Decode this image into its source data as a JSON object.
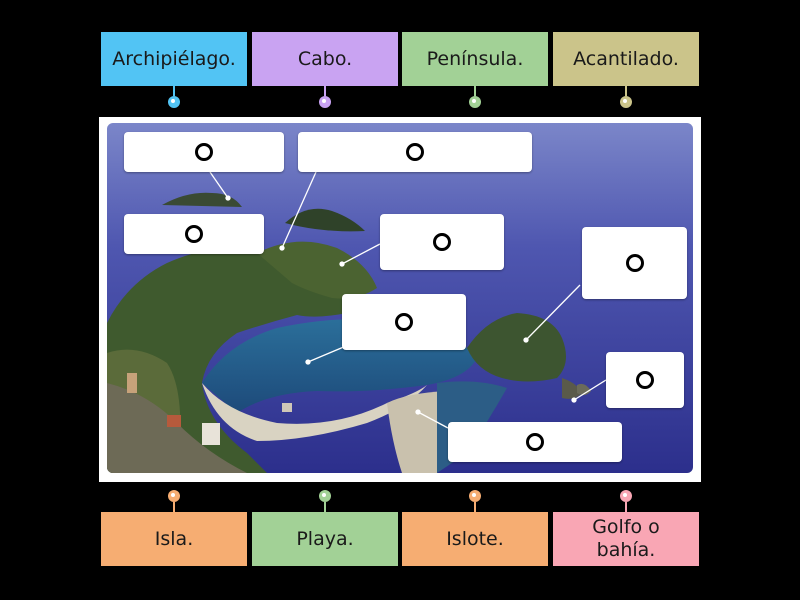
{
  "top_labels": [
    "Archipiélago.",
    "Cabo.",
    "Península.",
    "Acantilado."
  ],
  "bottom_labels": [
    "Isla.",
    "Playa.",
    "Islote.",
    "Golfo o bahía."
  ],
  "colors": {
    "blue": "#52c4f4",
    "purple": "#c9a3f2",
    "green": "#a2d196",
    "olive": "#cbc48a",
    "orange": "#f6ad72",
    "pink": "#f9a6b4"
  }
}
